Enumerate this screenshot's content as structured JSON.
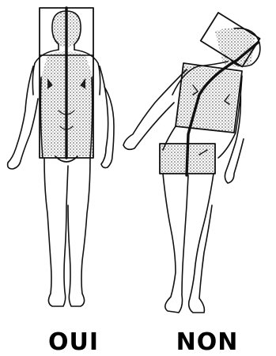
{
  "diagram": {
    "figures": [
      {
        "id": "correct-posture",
        "label": "OUI"
      },
      {
        "id": "incorrect-posture",
        "label": "NON"
      }
    ],
    "colors": {
      "ink": "#111111",
      "shading": "#b8b8b8",
      "background": "#ffffff"
    }
  }
}
